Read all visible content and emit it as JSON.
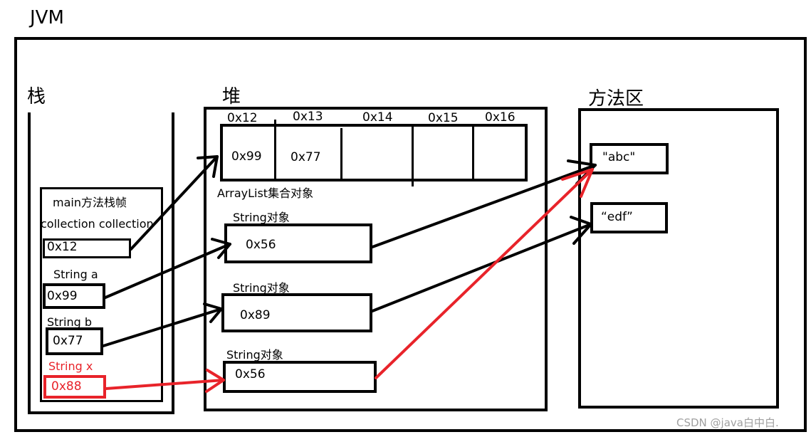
{
  "title": "JVM",
  "stack": {
    "label": "栈",
    "frame_title": "main方法栈帧",
    "collection_decl": "collection collection",
    "collection_value": "0x12",
    "string_a_label": "String a",
    "string_a_value": "0x99",
    "string_b_label": "String b",
    "string_b_value": "0x77",
    "string_x_label": "String x",
    "string_x_value": "0x88"
  },
  "heap": {
    "label": "堆",
    "cell_addresses": [
      "0x12",
      "0x13",
      "0x14",
      "0x15",
      "0x16"
    ],
    "cell_values": [
      "0x99",
      "0x77",
      "",
      "",
      ""
    ],
    "arraylist_label": "ArrayList集合对象",
    "string_objects": [
      {
        "label": "String对象",
        "value": "0x56"
      },
      {
        "label": "String对象",
        "value": "0x89"
      },
      {
        "label": "String对象",
        "value": "0x56"
      }
    ]
  },
  "method_area": {
    "label": "方法区",
    "constants": [
      "\"abc\"",
      "“edf”"
    ]
  },
  "watermark": "CSDN @java白中白.",
  "colors": {
    "ink": "#000000",
    "highlight": "#e8232a",
    "watermark": "#a0a0a0"
  }
}
